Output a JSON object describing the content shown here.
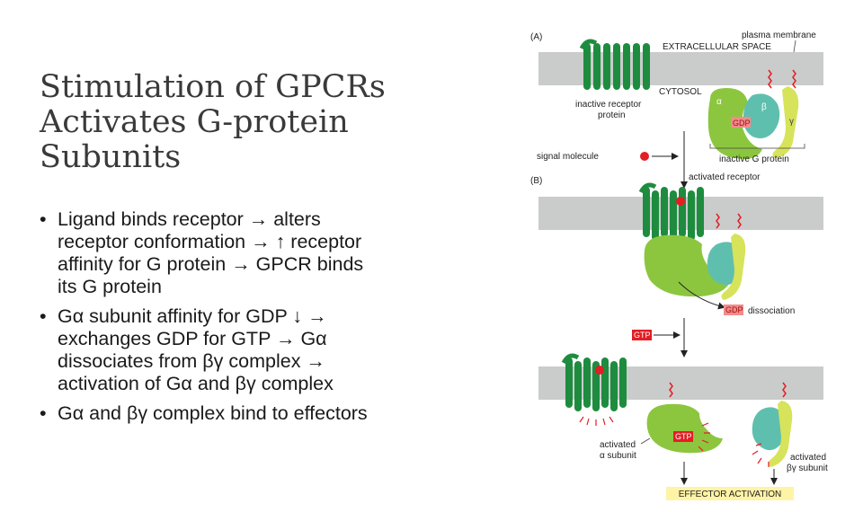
{
  "title_lines": [
    "Stimulation of GPCRs",
    "Activates G-protein",
    "Subunits"
  ],
  "bullets": [
    {
      "lines": [
        "Ligand binds receptor → alters",
        "receptor conformation → ↑ receptor",
        "affinity for G protein → GPCR binds",
        "its G protein"
      ]
    },
    {
      "lines": [
        "Gα subunit affinity for GDP ↓ →",
        "exchanges GDP for GTP → Gα",
        "dissociates from βγ complex →",
        "activation of Gα and βγ complex"
      ]
    },
    {
      "lines": [
        "Gα and βγ complex bind to effectors"
      ]
    }
  ],
  "bullet_marker": "•",
  "figure": {
    "panel_a": "(A)",
    "panel_b": "(B)",
    "plasma_membrane": "plasma membrane",
    "extracellular_space": "EXTRACELLULAR SPACE",
    "cytosol": "CYTOSOL",
    "inactive_receptor_line1": "inactive receptor",
    "inactive_receptor_line2": "protein",
    "alpha": "α",
    "beta": "β",
    "gamma": "γ",
    "gdp": "GDP",
    "gtp": "GTP",
    "inactive_g_protein": "inactive G protein",
    "signal_molecule": "signal molecule",
    "activated_receptor": "activated receptor",
    "dissociation": "dissociation",
    "activated_alpha_line1": "activated",
    "activated_alpha_line2": "α subunit",
    "activated_bg_line1": "activated",
    "activated_bg_line2": "βγ subunit",
    "effector_activation": "EFFECTOR ACTIVATION"
  },
  "colors": {
    "membrane": "#c9cccb",
    "receptor": "#1e8c3f",
    "alpha_subunit": "#8cc63f",
    "beta_subunit": "#5fbfae",
    "gamma_subunit": "#d7e35a",
    "signal": "#e31e24",
    "gdp_box": "#f28b8b",
    "gtp_box": "#e31e24",
    "effector_box": "#fff3a6"
  }
}
